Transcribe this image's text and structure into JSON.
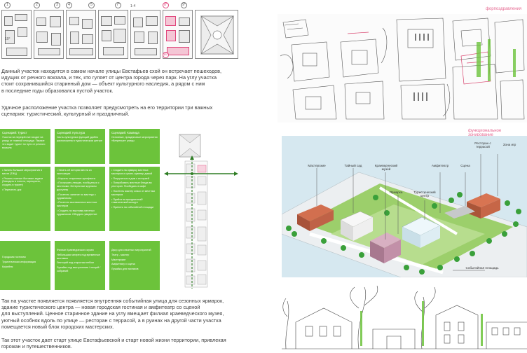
{
  "diagrams": {
    "numbers": [
      "1",
      "2",
      "3",
      "4",
      "5",
      "7*",
      "8*",
      "9*",
      "10*"
    ],
    "small_labels": [
      "1-4",
      "10°"
    ]
  },
  "paragraphs": {
    "p1": [
      "Данный участок находится в самом начале улицы Евстафьев схой он встречает пешеходов,",
      "идущих от речного вокзала, и тех, кто гуляет от центра города через парк. На углу участка",
      "стоит сохранившийся  старинный дом — объект культурного наследия, а рядом с ним",
      "в последние годы образовался пустой участок."
    ],
    "p2": [
      "Удачное расположение участка позволяет предусмотреть на его территории три важных",
      "сценария: туристический, культурный и праздничный."
    ],
    "p3": [
      "Так на участке появляется появляется внутренняя событийная улица для сезонных ярмарок,",
      "здание туристического центра — новая городская гостиная и амфитеатр со сценой",
      "для выступлений. Ценное старинное здание на углу вмещает филиал краеведческого музея,",
      "уютный особняк вдоль по улице — ресторан с террасой, а в руинах на другой части участка",
      "помещается новый блок городских мастерских."
    ],
    "p4": [
      "Так этот участок дает старт улице Евстафьевской и старт новой жизни территории, привлекая",
      "горожан и путешественников."
    ]
  },
  "scenarios": {
    "heads": [
      "Сценарий: Турист",
      "Сценарий: Культура",
      "Сценарий: Команда"
    ],
    "intros": [
      "Участок на перекрёстке входит на улицу от главной площади. Первое что видит турист по пути от речного вокзала",
      "Часть культурных функций удобно расположена в туристическом центре",
      "Основные, праздничные мероприятия «Ветреные» улицы"
    ],
    "steps": [
      [
        "• Занять большие мероприятия в месте (ТИЦ)",
        "• Решить полные бытовые задачи (Заходить и  попить, перекусить, сходить в туалет)",
        "• Пересесть док"
      ],
      [
        "• Узнать об истории места из экспозиции",
        "• Изучить старинные артефакты",
        "• Послушать лекцию, пообщаться с местными. Интересные журналы доступны",
        "• Посетить занятие по мастеру с художником",
        "• Посетить выставочных местных мастеров",
        "• Сходить по выставку местных художников. Обсудить увиденное"
      ],
      [
        "• Сходить на ярмарку местных мастеров  и купить сувенир домой",
        "• Погрузиться в дом с историей",
        "• Попробовать местные блюда во ресторан. Пообедать в кафе",
        "• Посетить мастер класс от местных мастеров",
        "• Прийти на праздничный/тематический концерт",
        "• Принять на событийной площади"
      ]
    ],
    "functions": [
      [
        "Городская гостиная",
        "Туристическая информация",
        "Кофейня"
      ],
      [
        "Филиал Краеведческого музея",
        "Небольшая галерея под временные выставки",
        "Лекторий под открытым небом",
        "Лужайки под выступления / лекций / собраний"
      ],
      [
        "Двор для сезонных мероприятий",
        "Театр - мастер",
        "Мастерские",
        "Амфитеатр и сцена",
        "Лужайка для пикников"
      ]
    ]
  },
  "right": {
    "sketch_label": "форпоэдравления",
    "zoning_label": "функциональное зонирование",
    "building_labels": {
      "restaurant": "Ресторан с террасой",
      "play_zone": "Зона игр",
      "workshops": "Мастерские",
      "garden": "Тайный сад",
      "museum": "Краеведческий музей",
      "amphitheatre": "Амфитеатр",
      "stage": "Сцена",
      "fair": "Ярмарка",
      "tourist_center": "Туристический центр",
      "event_square": "Событийная площадь"
    }
  },
  "colors": {
    "green": "#6cc33b",
    "pink": "#e66a92",
    "text": "#3d3d3d"
  }
}
